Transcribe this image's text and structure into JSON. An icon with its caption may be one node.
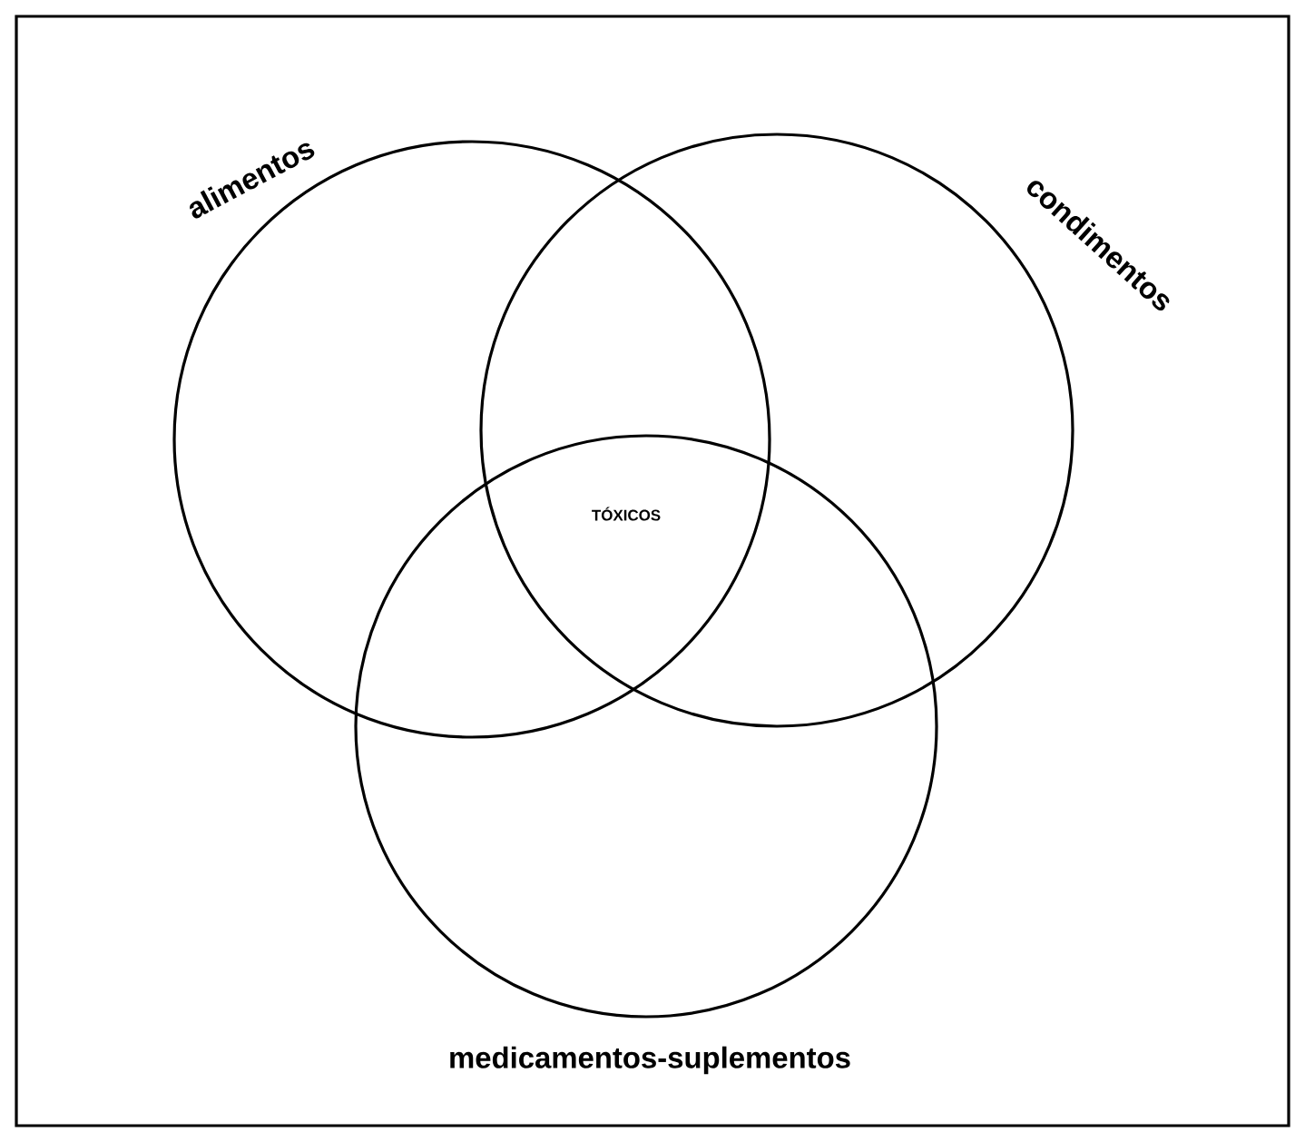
{
  "diagram": {
    "nodes": [
      {
        "text": [
          "alimentos"
        ]
      },
      {
        "text": [
          "condimentos"
        ]
      },
      {
        "text": [
          "medicamentos-suplementos"
        ]
      }
    ],
    "labels": [
      "TÓXICOS"
    ]
  }
}
